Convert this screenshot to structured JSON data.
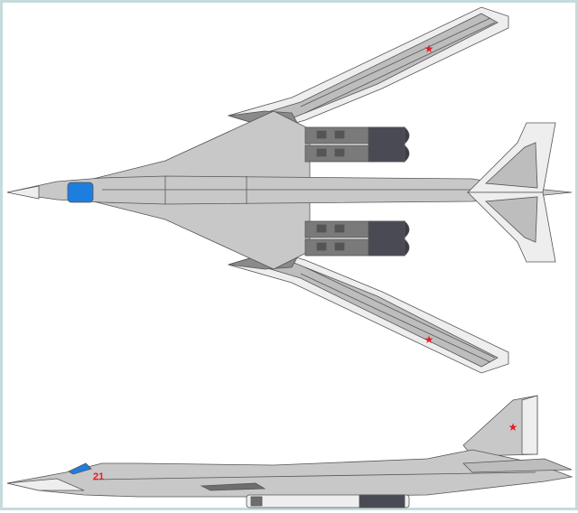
{
  "image": {
    "title": "Tu-160 strategic bomber planform and side view drawing",
    "views": [
      "top-view",
      "side-view"
    ]
  },
  "markings": {
    "side_number": "21",
    "insignia": "red-star-icon"
  },
  "colors": {
    "background": "#ffffff",
    "border": "#c5dbdc",
    "fuselage_grey": "#c8c8c8",
    "light_panel": "#eeeeee",
    "mid_grey": "#a9a9a9",
    "dark_grey": "#6e6e6e",
    "engine_dark": "#4a4a55",
    "canopy_blue": "#1e7ee0",
    "star_red": "#e81b23",
    "outline": "#555555"
  }
}
